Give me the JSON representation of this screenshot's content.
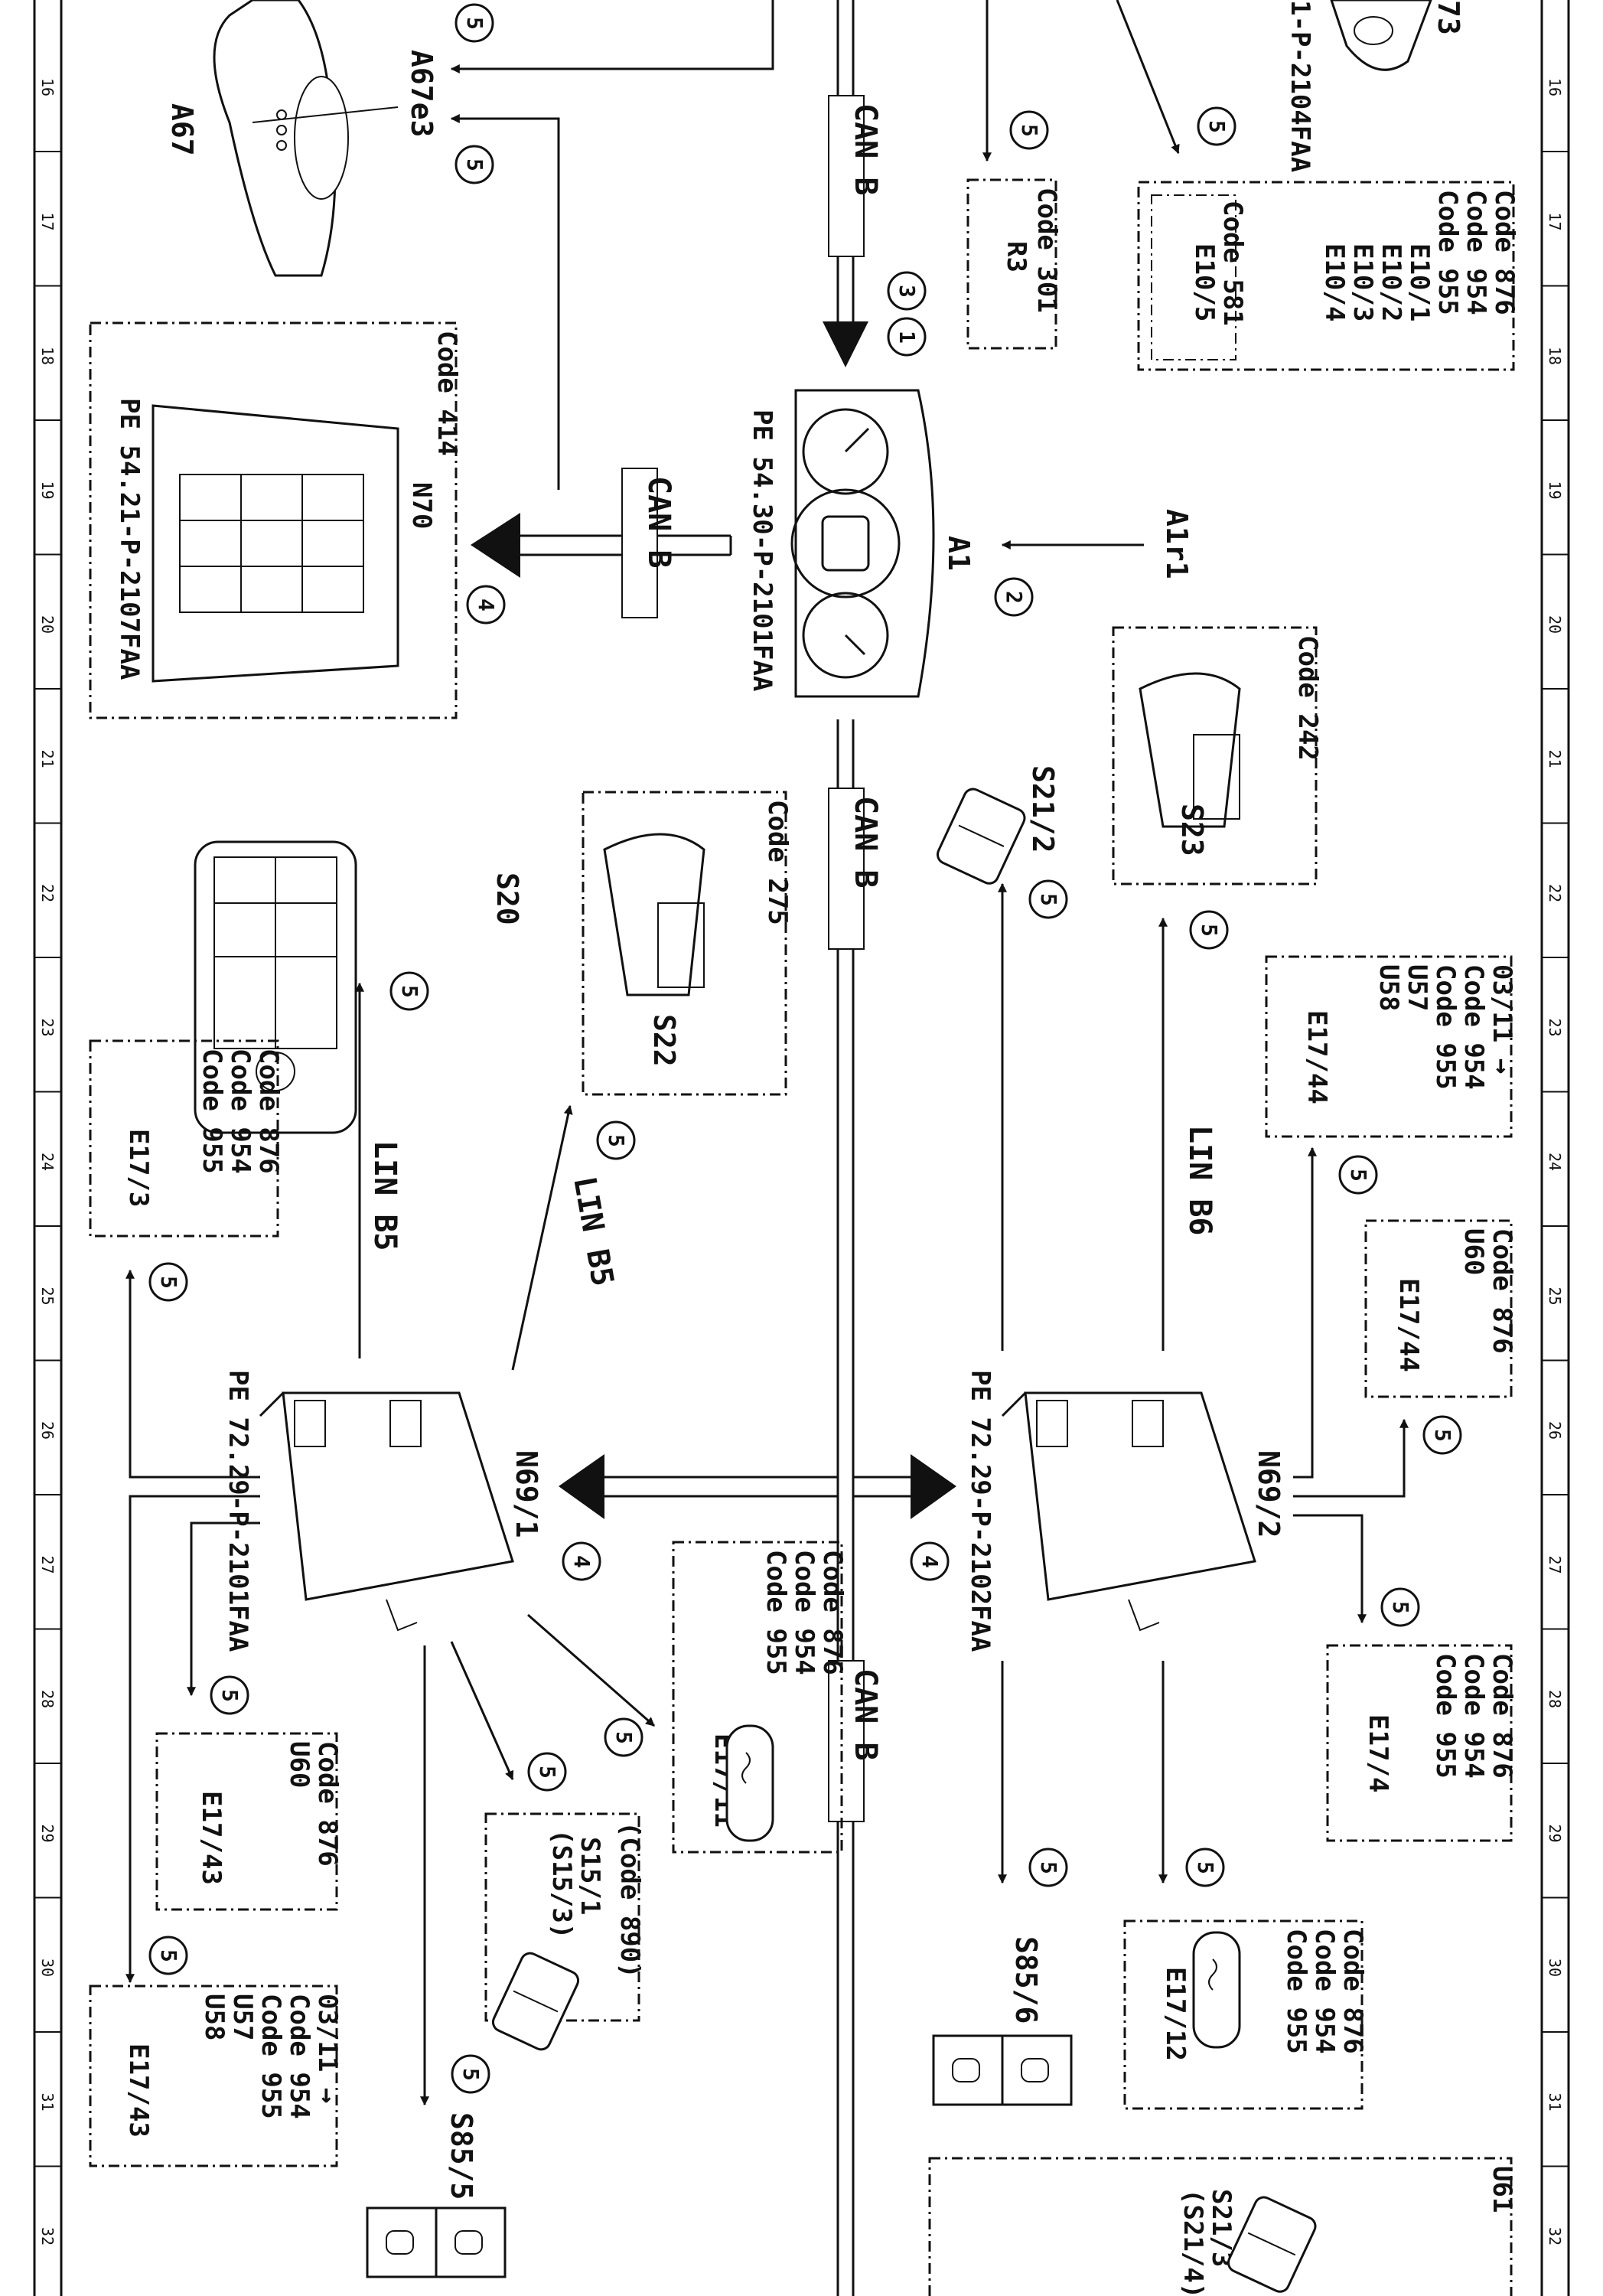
{
  "ruler": {
    "left": [
      "16",
      "17",
      "18",
      "19",
      "20",
      "21",
      "22",
      "23",
      "24",
      "25",
      "26",
      "27",
      "28",
      "29",
      "30",
      "31",
      "32"
    ],
    "right": [
      "16",
      "17",
      "18",
      "19",
      "20",
      "21",
      "22",
      "23",
      "24",
      "25",
      "26",
      "27",
      "28",
      "29",
      "30",
      "31",
      "32"
    ]
  },
  "bus_labels": {
    "can_b_top": "CAN B",
    "can_b_n70": "CAN B",
    "can_b_mid": "CAN B",
    "can_b_bottom": "CAN B",
    "lin_b5_a": "LIN B5",
    "lin_b5_b": "LIN B5",
    "lin_b6": "LIN B6"
  },
  "components": {
    "a67": "A67",
    "a67e3": "A67e3",
    "top_ref": "1-P-2104FAA",
    "top_num": "73",
    "r3": "R3",
    "a1": "A1",
    "a1r1": "A1r1",
    "n70": "N70",
    "s20": "S20",
    "s22": "S22",
    "s21_2": "S21/2",
    "s23": "S23",
    "n69_1": "N69/1",
    "n69_2": "N69/2",
    "s15_1": "S15/1",
    "s15_3": "(S15/3)",
    "s85_5": "S85/5",
    "s85_6": "S85/6",
    "s21_3": "S21/3",
    "s21_4": "(S21/4)",
    "u61": "U61"
  },
  "references": {
    "pe_a1": "PE 54.30-P-2101FAA",
    "pe_n70": "PE 54.21-P-2107FAA",
    "pe_n69_1": "PE 72.29-P-2101FAA",
    "pe_n69_2": "PE 72.29-P-2102FAA"
  },
  "code_boxes": {
    "r3": [
      "Code 301",
      "R3"
    ],
    "e10": [
      "Code 876",
      "Code 954",
      "Code 955",
      "E10/1",
      "E10/2",
      "E10/3",
      "E10/4",
      "E10/5"
    ],
    "e10_inner": "Code 581",
    "n70": "Code 414",
    "s22": "Code 275",
    "s23": "Code 242",
    "e17_3": [
      "Code 876",
      "Code 954",
      "Code 955",
      "E17/3"
    ],
    "e17_44_a": [
      "03/11 →",
      "Code 954",
      "Code 955",
      "U57",
      "U58",
      "E17/44"
    ],
    "e17_44_b": [
      "Code 876",
      "U60",
      "E17/44"
    ],
    "e17_11": [
      "Code 876",
      "Code 954",
      "Code 955",
      "E17/11"
    ],
    "e17_4": [
      "Code 876",
      "Code 954",
      "Code 955",
      "E17/4"
    ],
    "e17_43_a": [
      "Code 876",
      "U60",
      "E17/43"
    ],
    "s15": [
      "(Code 890)",
      "S15/1",
      "(S15/3)"
    ],
    "e17_12": [
      "Code 876",
      "Code 954",
      "Code 955",
      "E17/12"
    ],
    "e17_43_b": [
      "03/11 →",
      "Code 954",
      "Code 955",
      "U57",
      "U58",
      "E17/43"
    ]
  },
  "markers": {
    "five": "5",
    "one": "1",
    "two": "2",
    "three": "3",
    "four": "4"
  }
}
